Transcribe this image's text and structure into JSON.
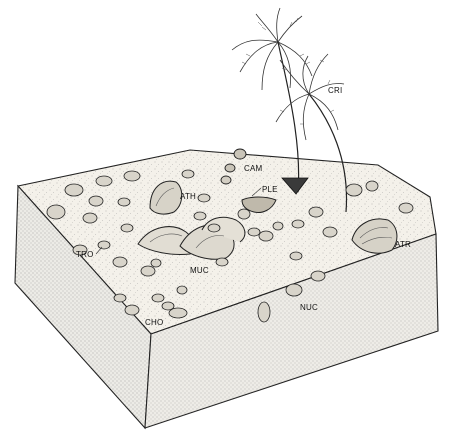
{
  "labels": {
    "cri": "CRI",
    "cam": "CAM",
    "ple": "PLE",
    "ath": "ATH",
    "atr": "ATR",
    "tro": "TRO",
    "muc": "MUC",
    "nuc": "NUC",
    "cho": "CHO"
  }
}
